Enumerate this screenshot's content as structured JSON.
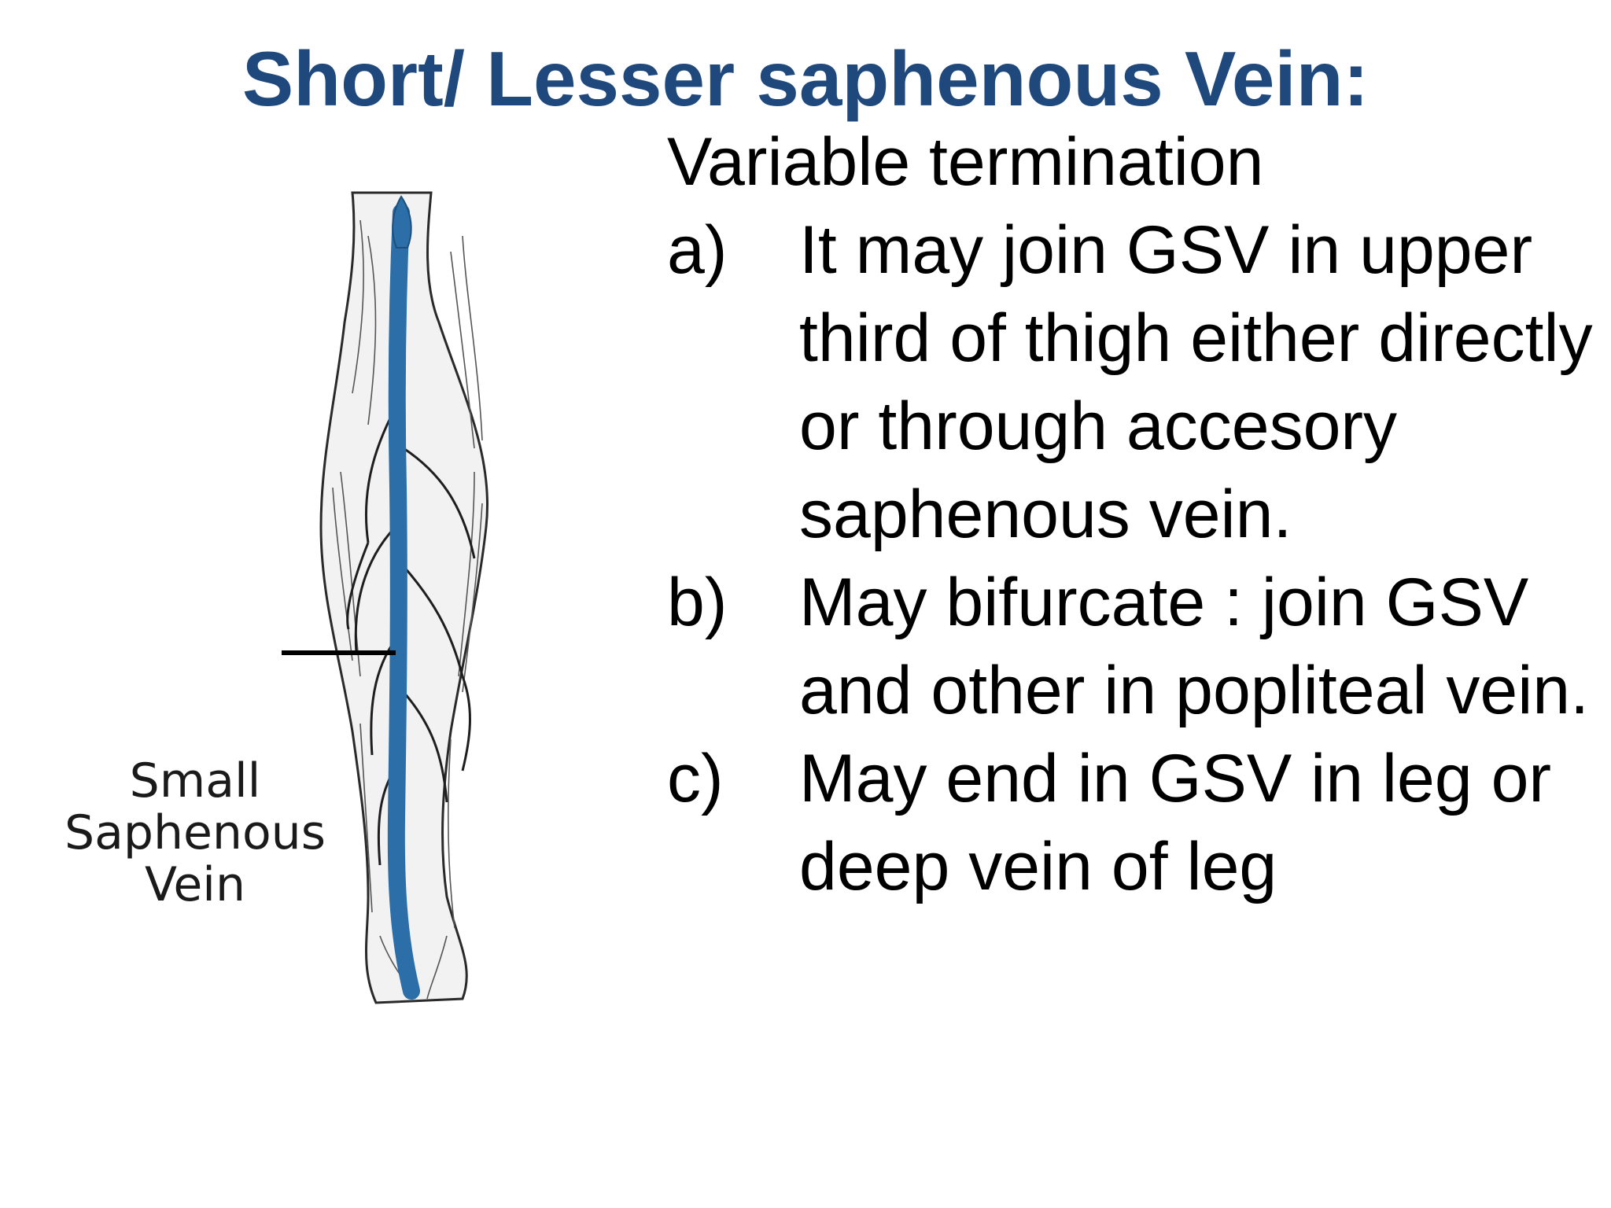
{
  "slide": {
    "title": "Short/ Lesser saphenous Vein:",
    "figure": {
      "label_lines": [
        "Small",
        "Saphenous",
        "Vein"
      ],
      "vein_color": "#2b6ea8"
    },
    "content": {
      "intro": "Variable termination",
      "items": [
        {
          "marker": "a)",
          "text": "It may join GSV in upper third of thigh either directly or through accesory saphenous vein."
        },
        {
          "marker": "b)",
          "text": "May bifurcate : join GSV and other in popliteal vein."
        },
        {
          "marker": "c)",
          "text": "May end in GSV in leg or deep vein of leg"
        }
      ]
    },
    "colors": {
      "title": "#1f497d",
      "text": "#000000",
      "background": "#ffffff"
    }
  }
}
